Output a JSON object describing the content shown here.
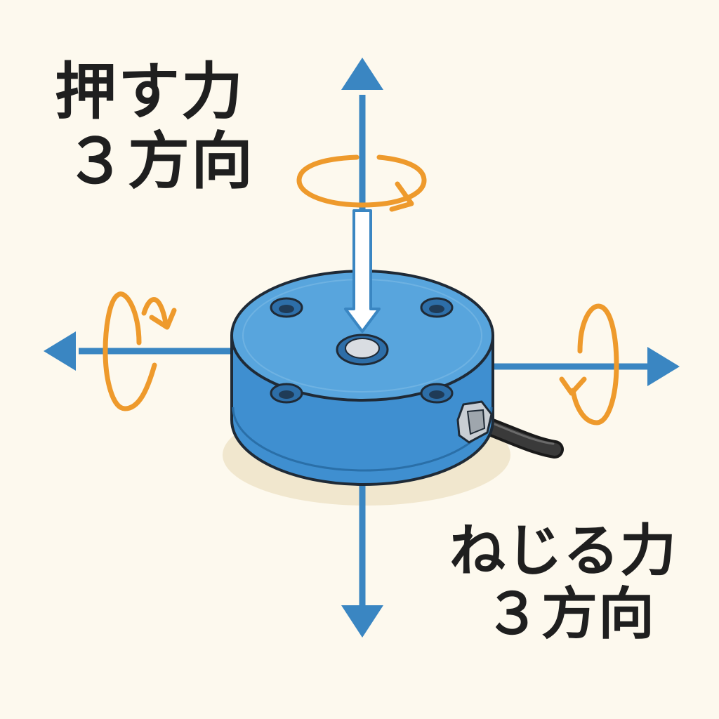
{
  "labels": {
    "force": {
      "line1": "押す力",
      "line2": "３方向"
    },
    "torque": {
      "line1": "ねじる力",
      "line2": "３方向"
    }
  },
  "colors": {
    "background": "#fdf9ee",
    "axis_blue": "#3a86c2",
    "rotation_orange": "#ee9a2c",
    "sensor_top": "#58a5dd",
    "sensor_side": "#3f8fd0",
    "outline": "#1f2a36",
    "cable": "#2b2b2b",
    "center_button": "#d9dde2",
    "text": "#1f1f1f"
  },
  "icons": [
    "force-torque-sensor-icon",
    "up-arrow-icon",
    "down-arrow-icon",
    "left-arrow-icon",
    "right-arrow-icon",
    "rotation-arrow-icon",
    "cable-connector-icon"
  ]
}
